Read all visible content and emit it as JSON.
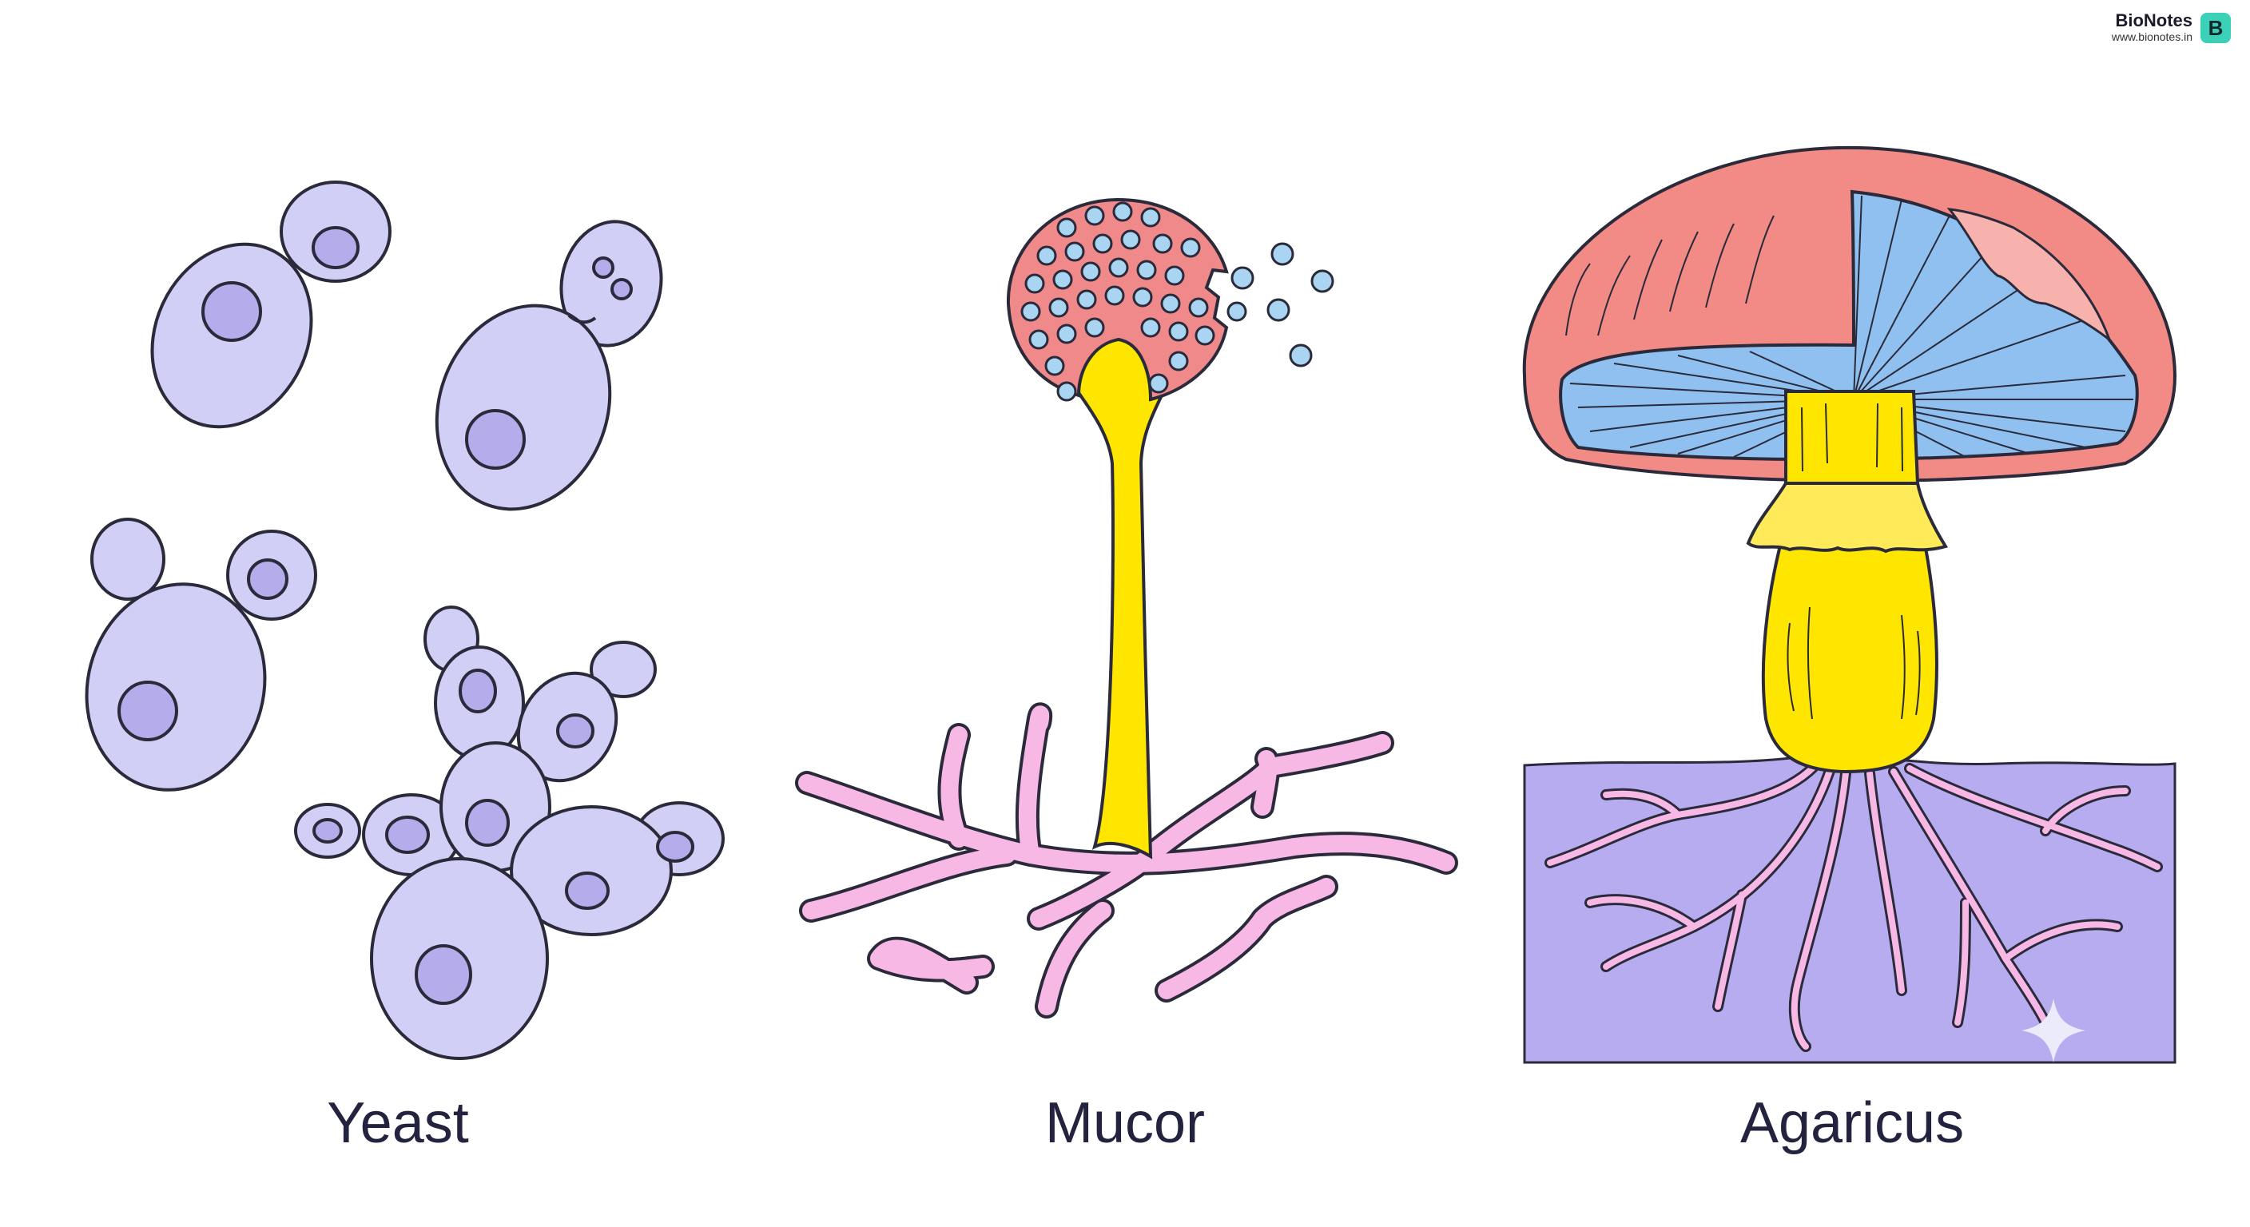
{
  "labels": {
    "yeast": "Yeast",
    "mucor": "Mucor",
    "agaricus": "Agaricus"
  },
  "brand": {
    "name": "BioNotes",
    "url": "www.bionotes.in",
    "logo_letter": "B"
  },
  "colors": {
    "cell_fill": "#d2cff7",
    "nucleus_fill": "#b4aceb",
    "outline": "#2a2a3a",
    "sporangium_fill": "#f08a8a",
    "spore_fill": "#a9d4f2",
    "stalk_fill": "#ffe600",
    "hyphae_fill": "#f7b8e6",
    "cap_fill": "#f28a86",
    "gill_fill": "#8fc0f0",
    "soil_fill": "#b8acf0"
  }
}
